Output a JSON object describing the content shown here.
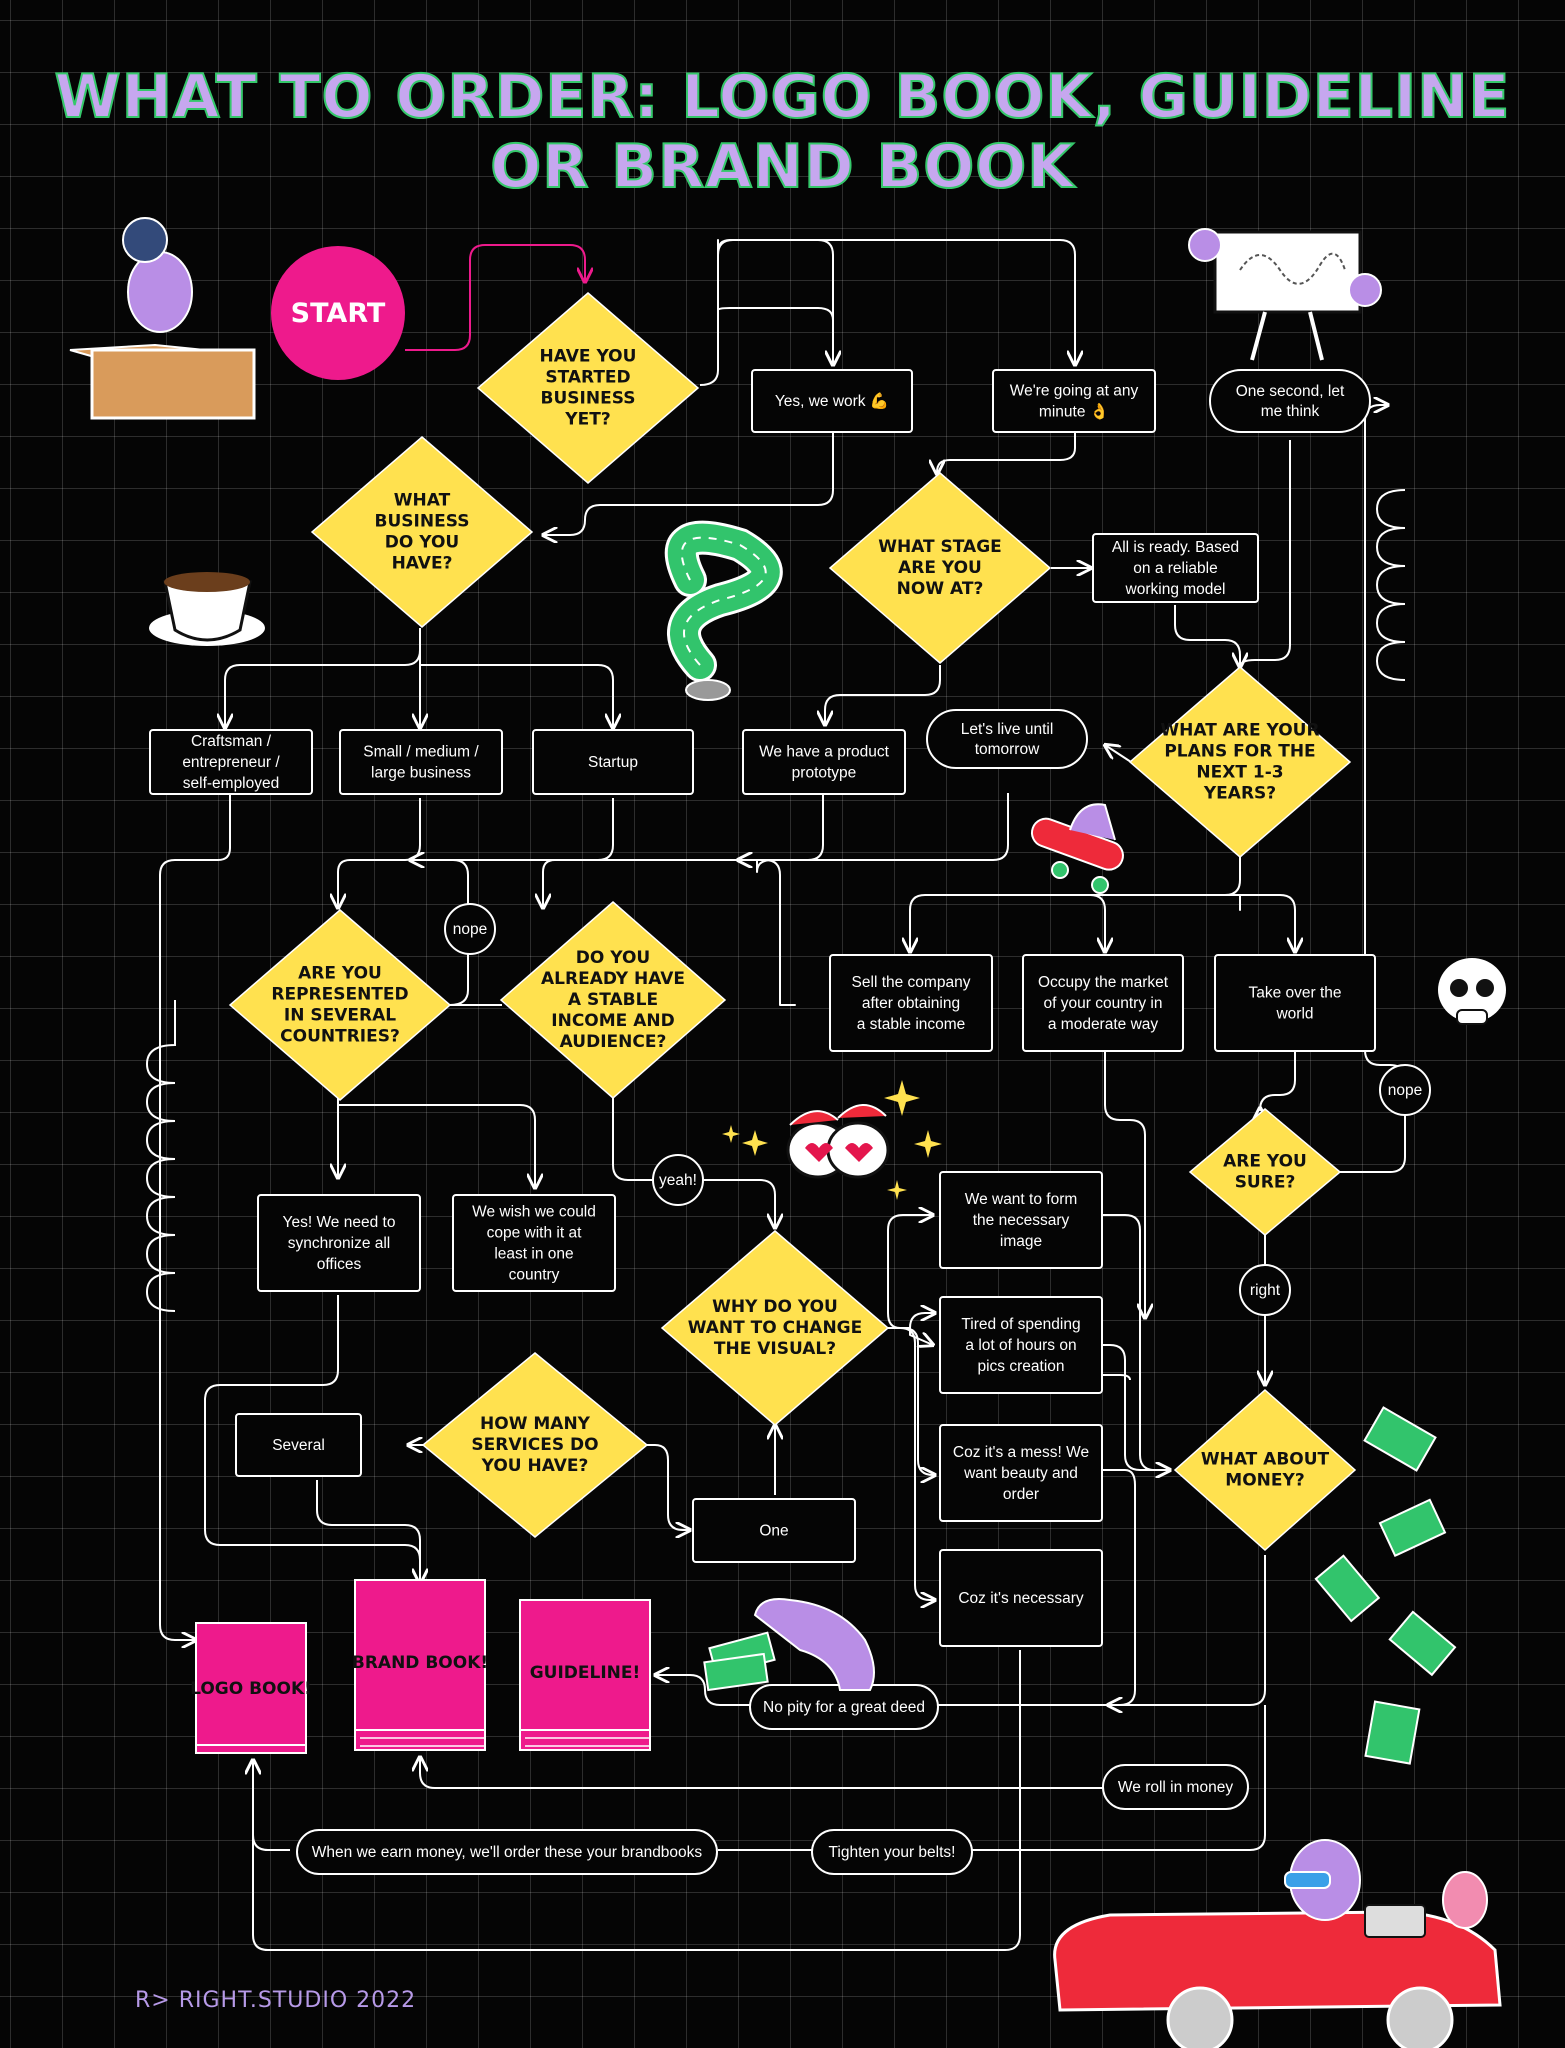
{
  "title": "WHAT TO ORDER: LOGO BOOK, GUIDELINE OR BRAND BOOK",
  "footer": "R> RIGHT.STUDIO 2022",
  "colors": {
    "background": "#050505",
    "decision": "#ffe14f",
    "start": "#ee1a8c",
    "book": "#ee1a8c",
    "line": "#ffffff",
    "title": "#c6a7ef",
    "title_stroke": "#35c86b"
  },
  "start": "START",
  "decisions": [
    {
      "id": "started",
      "text": [
        "HAVE YOU",
        "STARTED",
        "BUSINESS",
        "YET?"
      ]
    },
    {
      "id": "business",
      "text": [
        "WHAT",
        "BUSINESS",
        "DO YOU",
        "HAVE?"
      ]
    },
    {
      "id": "stage",
      "text": [
        "WHAT STAGE",
        "ARE YOU",
        "NOW AT?"
      ]
    },
    {
      "id": "plans",
      "text": [
        "WHAT ARE YOUR",
        "PLANS FOR THE",
        "NEXT 1-3",
        "YEARS?"
      ]
    },
    {
      "id": "countries",
      "text": [
        "ARE YOU",
        "REPRESENTED",
        "IN SEVERAL",
        "COUNTRIES?"
      ]
    },
    {
      "id": "stable",
      "text": [
        "DO YOU",
        "ALREADY HAVE",
        "A STABLE",
        "INCOME AND",
        "AUDIENCE?"
      ]
    },
    {
      "id": "visual",
      "text": [
        "WHY DO YOU",
        "WANT TO CHANGE",
        "THE VISUAL?"
      ]
    },
    {
      "id": "services",
      "text": [
        "HOW MANY",
        "SERVICES DO",
        "YOU HAVE?"
      ]
    },
    {
      "id": "sure",
      "text": [
        "ARE YOU",
        "SURE?"
      ]
    },
    {
      "id": "money",
      "text": [
        "WHAT ABOUT",
        "MONEY?"
      ]
    }
  ],
  "boxes": [
    {
      "id": "work",
      "text": [
        "Yes, we work 💪"
      ]
    },
    {
      "id": "going",
      "text": [
        "We're going at any",
        "minute 👌"
      ]
    },
    {
      "id": "ready",
      "text": [
        "All is ready. Based",
        "on a reliable",
        "working model"
      ]
    },
    {
      "id": "craft",
      "text": [
        "Craftsman /",
        "entrepreneur /",
        "self-employed"
      ]
    },
    {
      "id": "small",
      "text": [
        "Small / medium /",
        "large business"
      ]
    },
    {
      "id": "startup",
      "text": [
        "Startup"
      ]
    },
    {
      "id": "prototype",
      "text": [
        "We have a product",
        "prototype"
      ]
    },
    {
      "id": "sell",
      "text": [
        "Sell the company",
        "after obtaining",
        "a stable income"
      ]
    },
    {
      "id": "occupy",
      "text": [
        "Occupy the market",
        "of your country in",
        "a moderate way"
      ]
    },
    {
      "id": "world",
      "text": [
        "Take over the",
        "world"
      ]
    },
    {
      "id": "sync",
      "text": [
        "Yes! We need to",
        "synchronize all",
        "offices"
      ]
    },
    {
      "id": "cope",
      "text": [
        "We wish we could",
        "cope with it at",
        "least in one",
        "country"
      ]
    },
    {
      "id": "image",
      "text": [
        "We want to form",
        "the necessary",
        "image"
      ]
    },
    {
      "id": "tired",
      "text": [
        "Tired of spending",
        "a lot of hours on",
        "pics creation"
      ]
    },
    {
      "id": "mess",
      "text": [
        "Coz it's a mess! We",
        "want beauty and",
        "order"
      ]
    },
    {
      "id": "necessary",
      "text": [
        "Coz it's necessary"
      ]
    },
    {
      "id": "several",
      "text": [
        "Several"
      ]
    },
    {
      "id": "one",
      "text": [
        "One"
      ]
    }
  ],
  "pills": [
    {
      "id": "think",
      "text": [
        "One second, let",
        "me think"
      ]
    },
    {
      "id": "live",
      "text": [
        "Let's live until",
        "tomorrow"
      ]
    },
    {
      "id": "pity",
      "text": [
        "No pity for a great deed"
      ]
    },
    {
      "id": "roll",
      "text": [
        "We roll in money"
      ]
    },
    {
      "id": "earn",
      "text": [
        "When we earn money, we'll order these your brandbooks"
      ]
    },
    {
      "id": "tighten",
      "text": [
        "Tighten your belts!"
      ]
    }
  ],
  "circles": [
    {
      "id": "nope1",
      "text": "nope"
    },
    {
      "id": "nope2",
      "text": "nope"
    },
    {
      "id": "yeah",
      "text": "yeah!"
    },
    {
      "id": "right",
      "text": "right"
    }
  ],
  "books": [
    {
      "id": "logo",
      "text": "LOGO BOOK!"
    },
    {
      "id": "brand",
      "text": "BRAND BOOK!"
    },
    {
      "id": "guide",
      "text": "GUIDELINE!"
    }
  ]
}
